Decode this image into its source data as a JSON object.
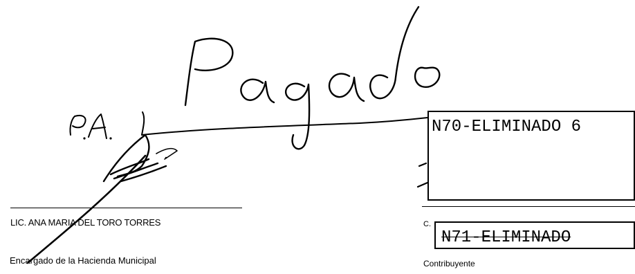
{
  "stamp": {
    "handwritten": "Pagado",
    "initials": "P.A."
  },
  "left_signature": {
    "name": "LIC. ANA MARIA DEL TORO TORRES",
    "role": "Encargado de la Hacienda Municipal"
  },
  "right_signature": {
    "redaction_top": "N70-ELIMINADO 6",
    "prefix": "C.",
    "redaction_name": "N71-ELIMINADO",
    "role": "Contribuyente"
  }
}
